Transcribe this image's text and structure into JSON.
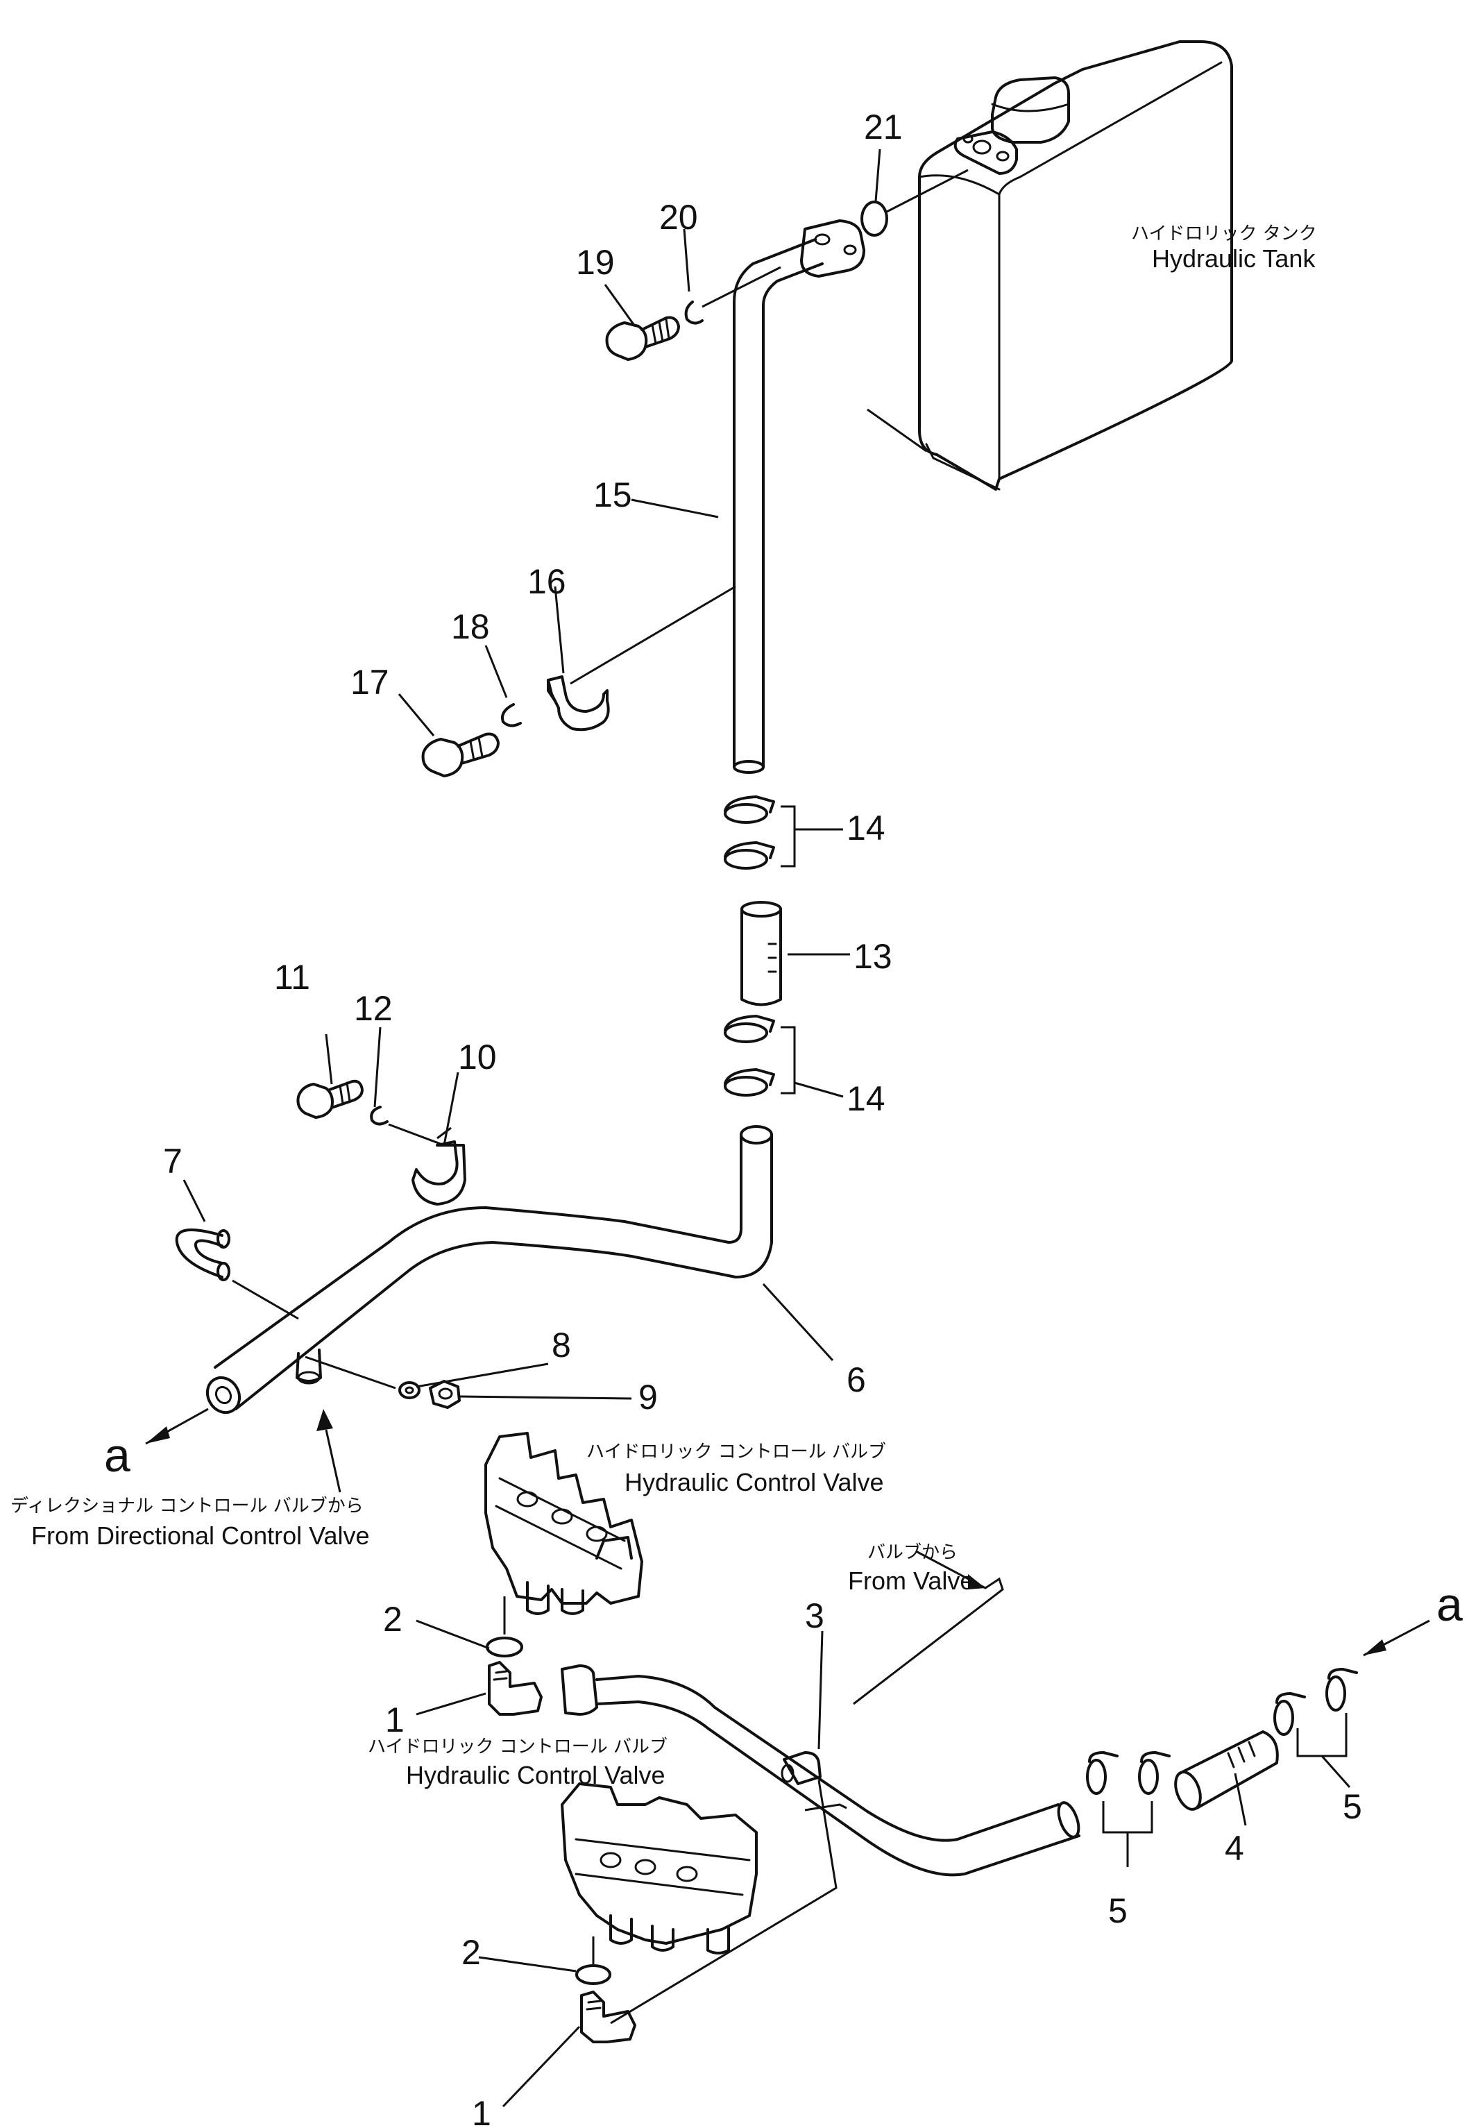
{
  "labels": {
    "hydraulic_tank": {
      "ja": "ハイドロリック タンク",
      "en": "Hydraulic Tank"
    },
    "control_valve_upper": {
      "ja": "ハイドロリック コントロール バルブ",
      "en": "Hydraulic Control Valve"
    },
    "control_valve_lower": {
      "ja": "ハイドロリック コントロール バルブ",
      "en": "Hydraulic Control Valve"
    },
    "from_directional": {
      "ja": "ディレクショナル コントロール バルブから",
      "en": "From Directional Control Valve"
    },
    "from_valve": {
      "ja": "バルブから",
      "en": "From Valve"
    }
  },
  "callouts": {
    "p1a": "1",
    "p1b": "1",
    "p2a": "2",
    "p2b": "2",
    "p3": "3",
    "p4": "4",
    "p5a": "5",
    "p5b": "5",
    "p6": "6",
    "p7": "7",
    "p8": "8",
    "p9": "9",
    "p10": "10",
    "p11": "11",
    "p12": "12",
    "p13": "13",
    "p14a": "14",
    "p14b": "14",
    "p15": "15",
    "p16": "16",
    "p17": "17",
    "p18": "18",
    "p19": "19",
    "p20": "20",
    "p21": "21"
  },
  "connectors": {
    "a_left": "a",
    "a_right": "a"
  }
}
